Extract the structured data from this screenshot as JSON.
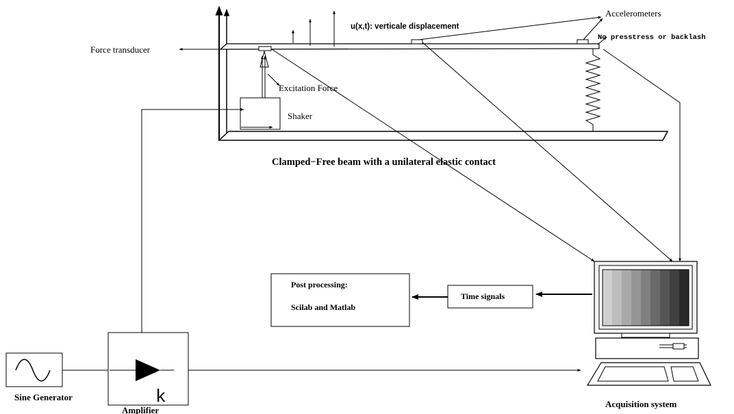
{
  "labels": {
    "force_transducer": "Force transducer",
    "u_displacement": "u(x,t): verticale displacement",
    "accelerometers": "Accelerometers",
    "no_prestress": "No presstress or backlash",
    "excitation_force": "Excitation Force",
    "shaker": "Shaker",
    "beam_caption": "Clamped−Free beam with a unilateral elastic contact",
    "post_processing_title": "Post processing:",
    "post_processing_tools": "Scilab and Matlab",
    "time_signals": "Time signals",
    "sine_generator": "Sine Generator",
    "amplifier": "Amplifier",
    "amplifier_gain": "k",
    "acquisition_system": "Acquisition system"
  },
  "colors": {
    "line": "#000000",
    "screen_gradient": [
      "#cfcfcf",
      "#bdbdbd",
      "#a9a9a9",
      "#959595",
      "#808080",
      "#6a6a6a",
      "#555555",
      "#404040",
      "#2a2a2a"
    ],
    "monitor_body": "#f2f2f2"
  }
}
